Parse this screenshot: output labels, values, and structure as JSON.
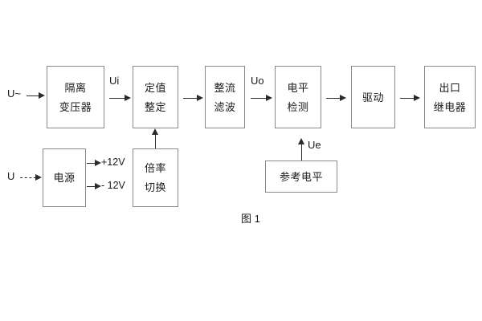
{
  "figure": {
    "caption": "图 1",
    "line_color": "#2b2b2b",
    "box_border_color": "#8a8a8a",
    "background": "#ffffff"
  },
  "signal_chain": {
    "blocks": [
      {
        "id": "isolation-transformer",
        "line1": "隔离",
        "line2": "变压器"
      },
      {
        "id": "setting-value",
        "line1": "定值",
        "line2": "整定"
      },
      {
        "id": "rectify-filter",
        "line1": "整流",
        "line2": "滤波"
      },
      {
        "id": "level-detect",
        "line1": "电平",
        "line2": "检测"
      },
      {
        "id": "drive",
        "line1": "驱动",
        "line2": ""
      },
      {
        "id": "output-relay",
        "line1": "出口",
        "line2": "继电器"
      }
    ]
  },
  "power_chain": {
    "blocks": [
      {
        "id": "power-supply",
        "line1": "电源",
        "line2": ""
      },
      {
        "id": "multiplier-switch",
        "line1": "倍率",
        "line2": "切换"
      },
      {
        "id": "reference-level",
        "line1": "参考电平",
        "line2": ""
      }
    ],
    "rail_positive": "+12V",
    "rail_negative": "- 12V"
  },
  "labels": {
    "input_ac": "U~",
    "input_dc": "U",
    "ui": "Ui",
    "uo": "Uo",
    "ue": "Ue"
  }
}
